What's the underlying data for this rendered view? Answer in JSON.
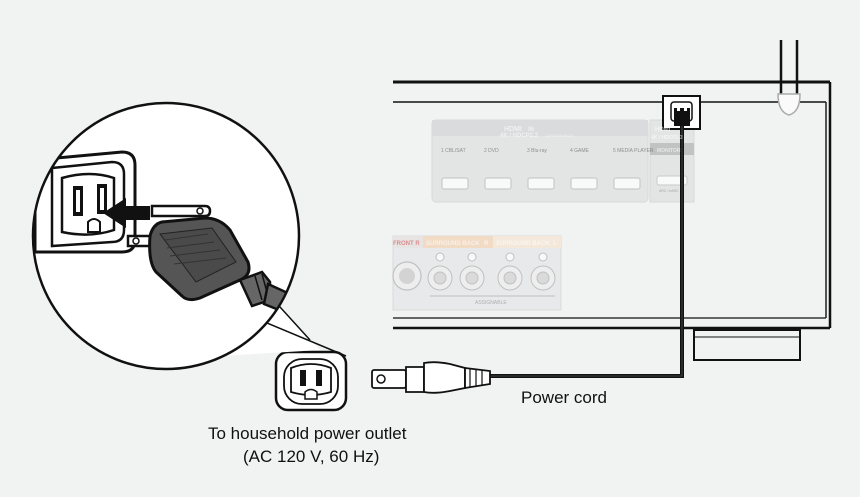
{
  "receiver": {
    "hdmi_in_title": "HDMI",
    "hdmi_in_badge": "IN",
    "hdmi_in_sub": "4K / HDCP2.3",
    "hdmi_in_assignable": "(ASSIGNABLE)",
    "hdmi_inputs": [
      "1 CBL/SAT",
      "2 DVD",
      "3 Blu-ray",
      "4 GAME",
      "5 MEDIA PLAYER"
    ],
    "hdmi_out_title": "HDMI",
    "hdmi_out_sub": "4K / HDCP2.3",
    "monitor_label": "MONITOR",
    "arc_label": "ARC / eARC",
    "speaker_front_label": "FRONT R",
    "speaker_sb_label_1": "SURROUND BACK",
    "speaker_sb_badge_1": "R",
    "speaker_sb_label_2": "SURROUND BACK",
    "speaker_sb_badge_2": "L",
    "speaker_assignable": "ASSIGNABLE",
    "panel_colors": {
      "speaker_band": "#f4c9a2",
      "speaker_band_text": "#ffffff"
    }
  },
  "labels": {
    "power_cord": "Power cord",
    "outlet_line1": "To household power outlet",
    "outlet_line2": "(AC 120 V, 60 Hz)"
  },
  "icons": [
    "power-outlet-icon",
    "power-plug-icon",
    "insert-arrow-icon",
    "wifi-antenna-icon"
  ]
}
